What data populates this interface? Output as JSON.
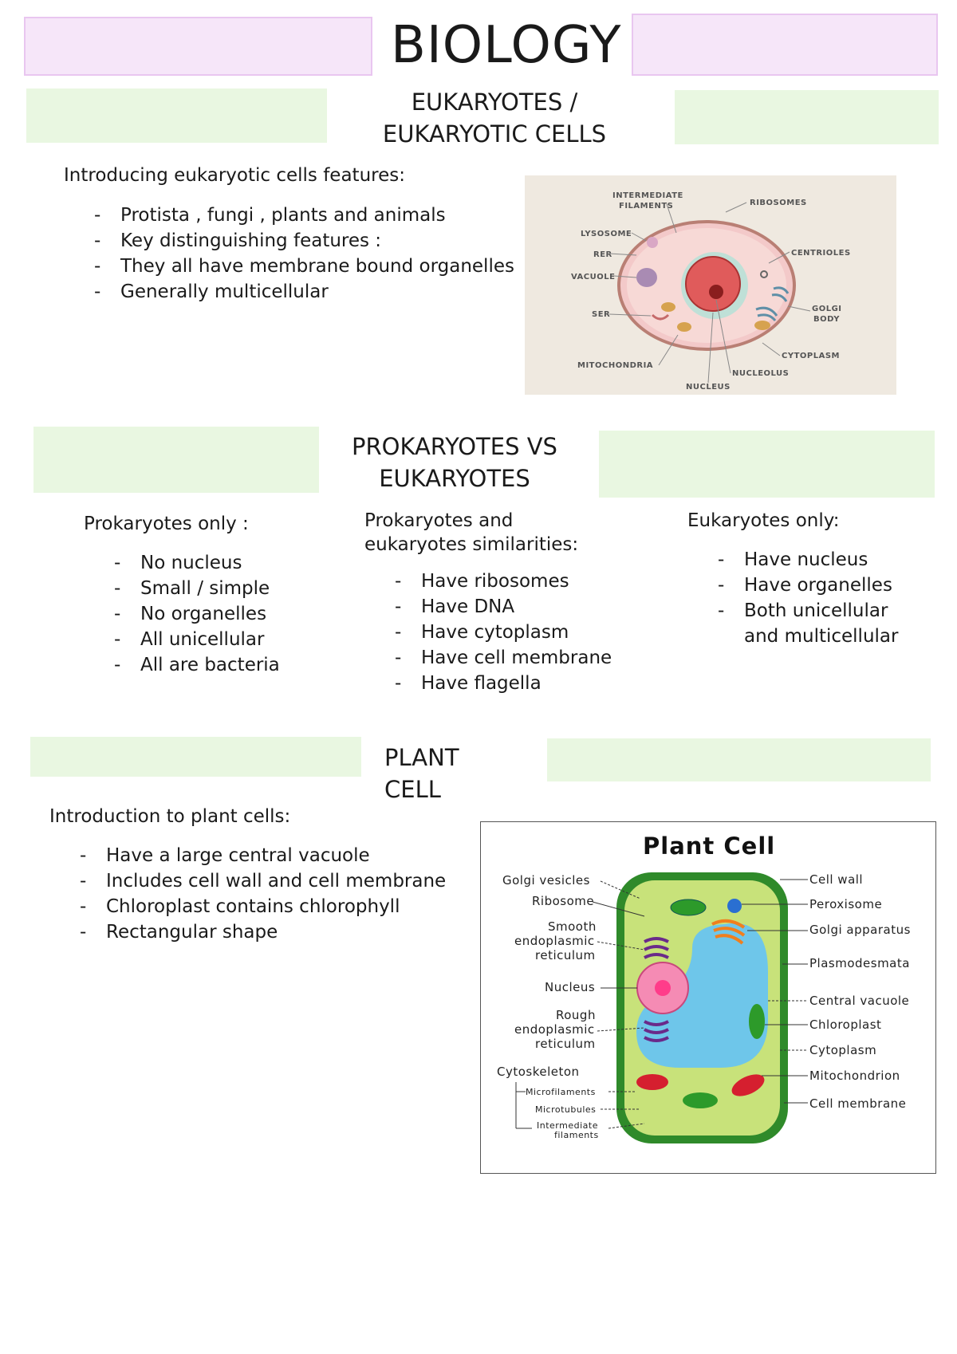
{
  "title": "BIOLOGY",
  "section1": {
    "heading_line1": "EUKARYOTES /",
    "heading_line2": "EUKARYOTIC CELLS",
    "intro": "Introducing eukaryotic cells features:",
    "bullets": [
      "Protista , fungi , plants and animals",
      "Key distinguishing features :",
      "They all have membrane bound organelles",
      "Generally multicellular"
    ],
    "diagram_labels": {
      "intermediate_filaments_1": "INTERMEDIATE",
      "intermediate_filaments_2": "FILAMENTS",
      "ribosomes": "RIBOSOMES",
      "lysosome": "LYSOSOME",
      "rer": "RER",
      "centrioles": "CENTRIOLES",
      "vacuole": "VACUOLE",
      "golgi_1": "GOLGI",
      "golgi_2": "BODY",
      "ser": "SER",
      "cytoplasm": "CYTOPLASM",
      "mitochondria": "MITOCHONDRIA",
      "nucleolus": "NUCLEOLUS",
      "nucleus": "NUCLEUS"
    }
  },
  "section2": {
    "heading_line1": "PROKARYOTES VS",
    "heading_line2": "EUKARYOTES",
    "col1": {
      "title": "Prokaryotes only :",
      "bullets": [
        "No nucleus",
        "Small / simple",
        "No organelles",
        "All unicellular",
        "All are bacteria"
      ]
    },
    "col2": {
      "title_line1": "Prokaryotes and",
      "title_line2": "eukaryotes similarities:",
      "bullets": [
        "Have ribosomes",
        "Have DNA",
        "Have cytoplasm",
        "Have cell membrane",
        "Have flagella"
      ]
    },
    "col3": {
      "title": "Eukaryotes only:",
      "bullets": [
        "Have nucleus",
        "Have organelles",
        "Both unicellular",
        "and multicellular"
      ]
    }
  },
  "section3": {
    "heading_line1": "PLANT",
    "heading_line2": "CELL",
    "intro": "Introduction to plant cells:",
    "bullets": [
      "Have a large central vacuole",
      "Includes cell wall and cell membrane",
      "Chloroplast contains chlorophyll",
      "Rectangular shape"
    ],
    "diagram": {
      "title": "Plant Cell",
      "left_labels": {
        "golgi_vesicles": "Golgi vesicles",
        "ribosome": "Ribosome",
        "smooth_1": "Smooth",
        "smooth_2": "endoplasmic",
        "smooth_3": "reticulum",
        "nucleus": "Nucleus",
        "rough_1": "Rough",
        "rough_2": "endoplasmic",
        "rough_3": "reticulum",
        "cytoskeleton": "Cytoskeleton",
        "microfilaments": "Microfilaments",
        "microtubules": "Microtubules",
        "intermediate_1": "Intermediate",
        "intermediate_2": "filaments"
      },
      "right_labels": {
        "cell_wall": "Cell wall",
        "peroxisome": "Peroxisome",
        "golgi_apparatus": "Golgi apparatus",
        "plasmodesmata": "Plasmodesmata",
        "central_vacuole": "Central vacuole",
        "chloroplast": "Chloroplast",
        "cytoplasm": "Cytoplasm",
        "mitochondrion": "Mitochondrion",
        "cell_membrane": "Cell membrane"
      }
    }
  }
}
